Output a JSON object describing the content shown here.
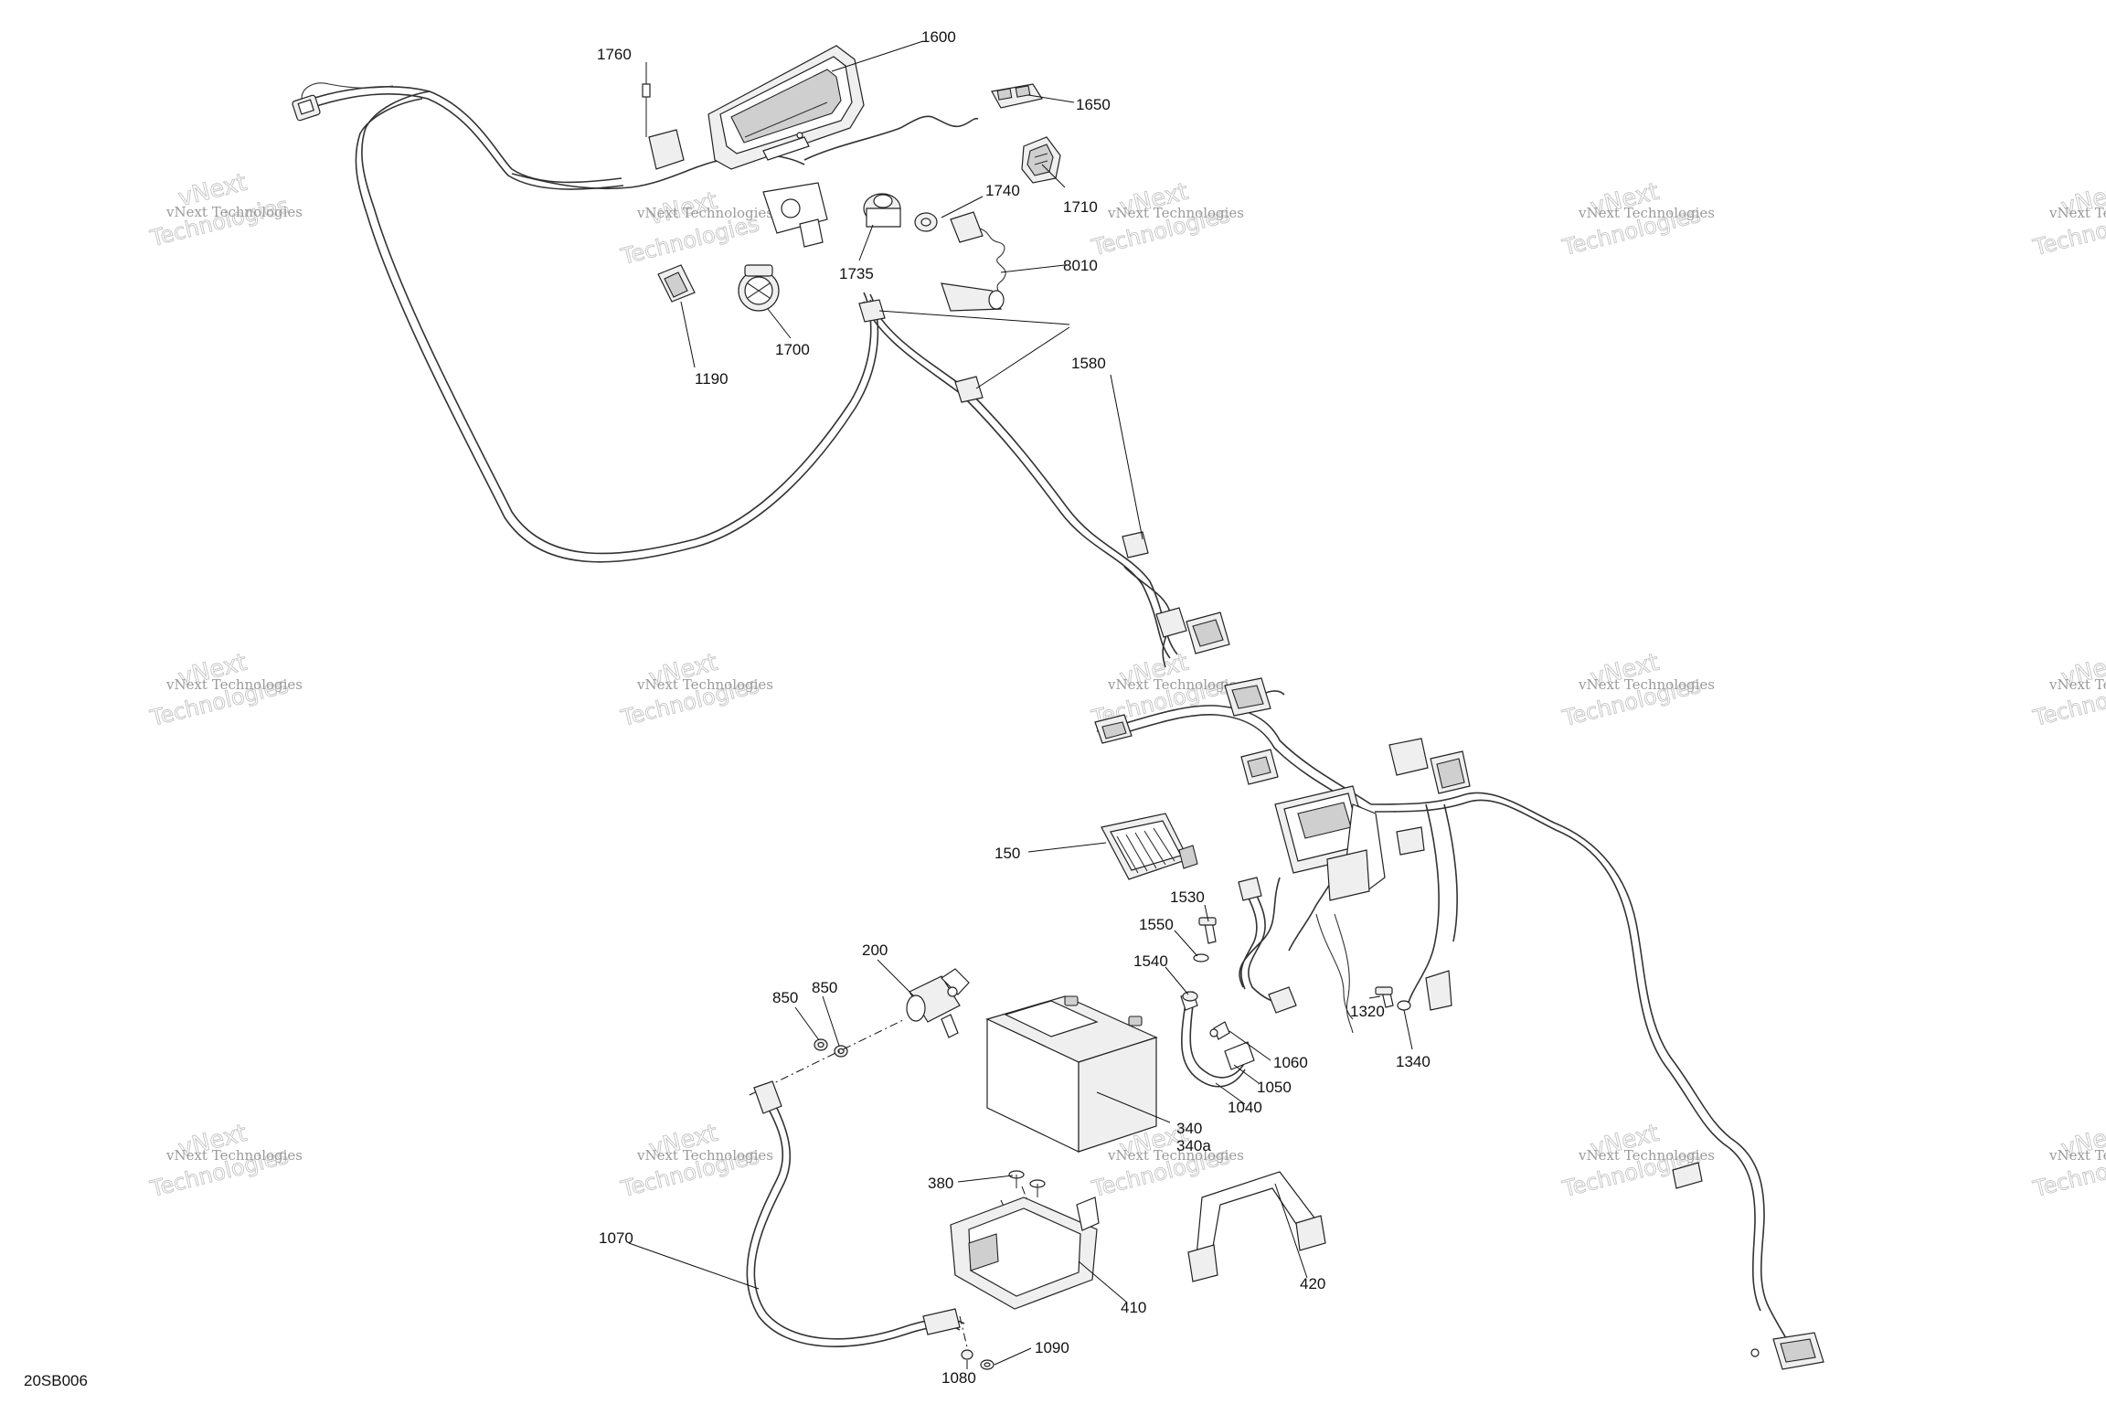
{
  "figure_code": "20SB006",
  "watermark": {
    "line1": "vNext Technologies",
    "line2": "vNext",
    "line3": "Technologies"
  },
  "callouts": {
    "c1760": "1760",
    "c1600": "1600",
    "c1650": "1650",
    "c1710": "1710",
    "c1740": "1740",
    "c1735": "1735",
    "c8010": "8010",
    "c1190": "1190",
    "c1700": "1700",
    "c1580": "1580",
    "c150": "150",
    "c1530": "1530",
    "c1550": "1550",
    "c1540": "1540",
    "c1060": "1060",
    "c1050": "1050",
    "c1040": "1040",
    "c1320": "1320",
    "c1340": "1340",
    "c200": "200",
    "c850a": "850",
    "c850b": "850",
    "c340": "340",
    "c340a": "340a",
    "c380": "380",
    "c410": "410",
    "c420": "420",
    "c1070": "1070",
    "c1080": "1080",
    "c1090": "1090"
  }
}
